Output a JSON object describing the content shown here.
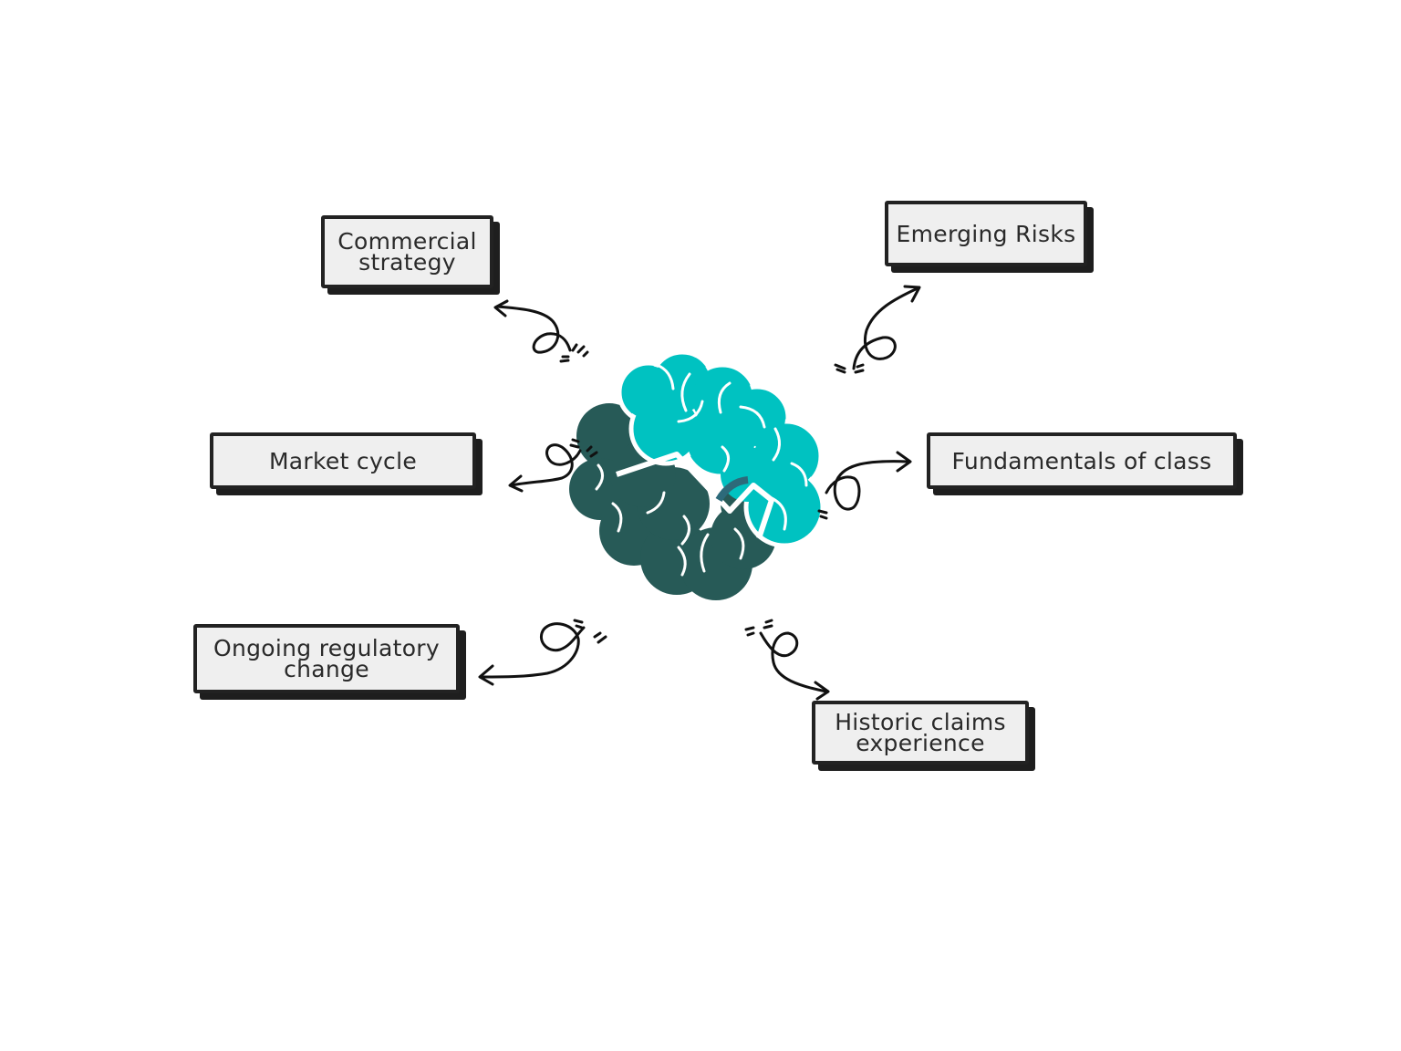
{
  "colors": {
    "teal": "#00c2c1",
    "dark_teal": "#275a57",
    "box_fill": "#efefef",
    "outline": "#222222",
    "text": "#2a2a2a"
  },
  "center": {
    "icon": "brain-icon"
  },
  "nodes": {
    "commercial_strategy": {
      "line1": "Commercial",
      "line2": "strategy"
    },
    "emerging_risks": {
      "label": "Emerging Risks"
    },
    "market_cycle": {
      "label": "Market cycle"
    },
    "fundamentals": {
      "label": "Fundamentals of class"
    },
    "regulatory": {
      "line1": "Ongoing regulatory",
      "line2": "change"
    },
    "historic_claims": {
      "line1": "Historic claims",
      "line2": "experience"
    }
  }
}
